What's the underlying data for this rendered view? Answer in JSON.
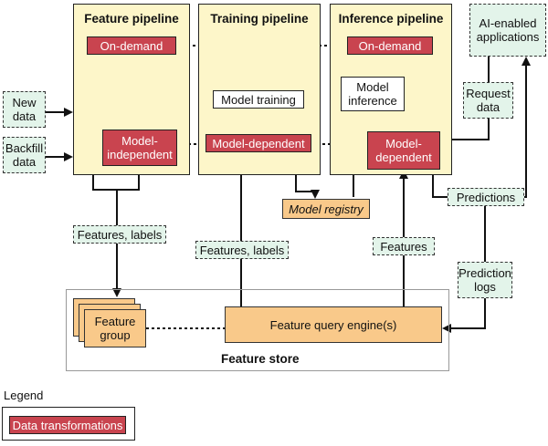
{
  "pipelines": {
    "feature": "Feature pipeline",
    "training": "Training pipeline",
    "inference": "Inference pipeline"
  },
  "transformations": {
    "on_demand_feature": "On-demand",
    "model_independent": "Model-\nindependent",
    "model_dependent_training": "Model-dependent",
    "on_demand_inference": "On-demand",
    "model_dependent_inference": "Model-\ndependent"
  },
  "processes": {
    "model_training": "Model training",
    "model_inference": "Model\ninference"
  },
  "inputs": {
    "new_data": "New\ndata",
    "backfill_data": "Backfill\ndata",
    "ai_apps": "AI-enabled\napplications",
    "request_data": "Request\ndata"
  },
  "flows": {
    "features_labels_left": "Features, labels",
    "features_labels_mid": "Features, labels",
    "features_right": "Features",
    "predictions": "Predictions",
    "prediction_logs": "Prediction\nlogs"
  },
  "storage": {
    "model_registry": "Model registry",
    "feature_group": "Feature\ngroup",
    "query_engine": "Feature query engine(s)",
    "feature_store": "Feature store"
  },
  "legend": {
    "title": "Legend",
    "item": "Data transformations"
  },
  "colors": {
    "pipeline_bg": "#fdf6c9",
    "transform_red": "#c9444f",
    "flow_green": "#e3f4ea",
    "storage_orange": "#f9c98a"
  }
}
